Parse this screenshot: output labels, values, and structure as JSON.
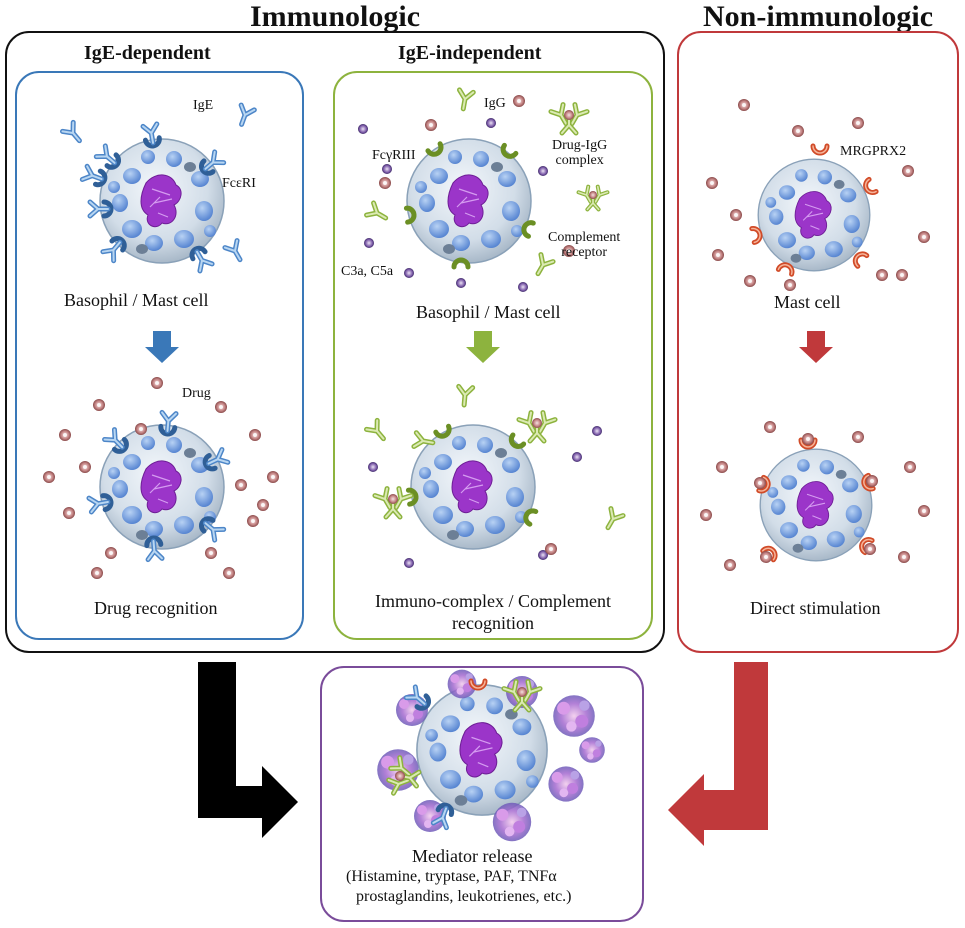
{
  "headers": {
    "immunologic": "Immunologic",
    "non_immunologic": "Non-immunologic",
    "ige_dependent": "IgE-dependent",
    "ige_independent": "IgE-independent"
  },
  "ige_dependent_panel": {
    "cell_label": "Basophil / Mast cell",
    "ige_label": "IgE",
    "receptor_label": "FcεRI",
    "drug_label": "Drug",
    "result_label": "Drug recognition",
    "accent": "#3a78b8"
  },
  "ige_independent_panel": {
    "igg_label": "IgG",
    "fc_receptor_label": "FcγRIII",
    "complex_label_1": "Drug-IgG",
    "complex_label_2": "complex",
    "complement_receptor_label_1": "Complement",
    "complement_receptor_label_2": "receptor",
    "c3a_label": "C3a, C5a",
    "cell_label": "Basophil / Mast cell",
    "result_label_1": "Immuno-complex / Complement",
    "result_label_2": "recognition",
    "accent": "#8db33e"
  },
  "non_immunologic_panel": {
    "receptor_label": "MRGPRX2",
    "cell_label": "Mast cell",
    "result_label": "Direct stimulation",
    "accent": "#c0393b"
  },
  "mediator_panel": {
    "title": "Mediator release",
    "line1": "(Histamine, tryptase, PAF, TNFα",
    "line2": "prostaglandins, leukotrienes, etc.)",
    "accent": "#7a4c9a"
  }
}
